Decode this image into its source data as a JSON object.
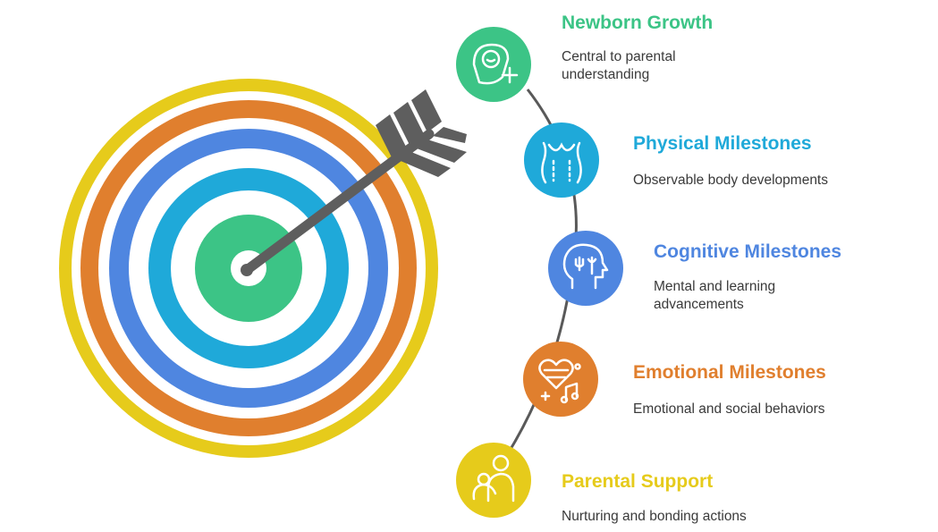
{
  "colors": {
    "yellow": "#E6CB1B",
    "orange": "#E07F2E",
    "blue": "#4F86E0",
    "cyan": "#1FA9D9",
    "green": "#3CC486",
    "arrow": "#5E5E5E",
    "connector": "#595959"
  },
  "milestones": [
    {
      "title": "Newborn Growth",
      "description": "Central to parental understanding",
      "color": "#3CC486",
      "icon": "newborn-icon"
    },
    {
      "title": "Physical Milestones",
      "description": "Observable body developments",
      "color": "#1FA9D9",
      "icon": "body-icon"
    },
    {
      "title": "Cognitive Milestones",
      "description": "Mental and learning advancements",
      "color": "#4F86E0",
      "icon": "brain-head-icon"
    },
    {
      "title": "Emotional Milestones",
      "description": "Emotional and social behaviors",
      "color": "#E07F2E",
      "icon": "heart-music-icon"
    },
    {
      "title": "Parental Support",
      "description": "Nurturing and bonding actions",
      "color": "#E6CB1B",
      "icon": "parent-child-icon"
    }
  ]
}
